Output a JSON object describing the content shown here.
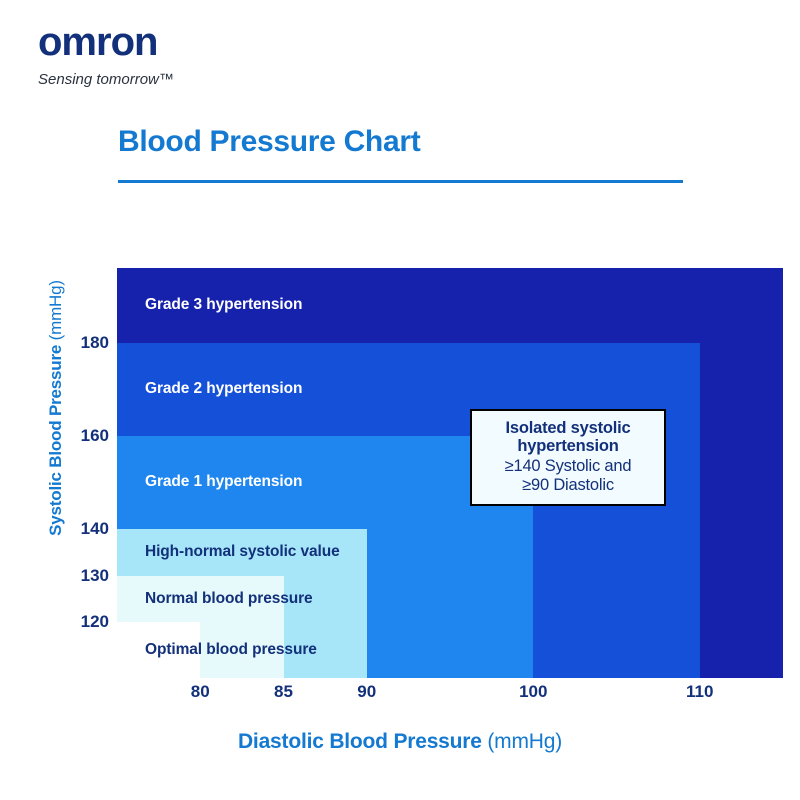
{
  "brand": {
    "logo_text": "OMRON",
    "tagline": "Sensing tomorrow™",
    "logo_color": "#13307a"
  },
  "header": {
    "title": "Blood Pressure Chart",
    "accent_color": "#1479d0"
  },
  "callout": {
    "title_line1": "Isolated systolic",
    "title_line2": "hypertension",
    "sub_line1": "≥140 Systolic and",
    "sub_line2": "≥90 Diastolic"
  },
  "chart_data": {
    "type": "heatmap",
    "title": "Blood Pressure Chart",
    "xlabel": "Diastolic Blood Pressure",
    "xlabel_unit": "(mmHg)",
    "ylabel": "Systolic Blood Pressure",
    "ylabel_unit": "(mmHg)",
    "xlim": [
      75,
      115
    ],
    "ylim": [
      108,
      196
    ],
    "grid": false,
    "legend": "none",
    "x_ticks": [
      {
        "label": "80",
        "value": 80
      },
      {
        "label": "85",
        "value": 85
      },
      {
        "label": "90",
        "value": 90
      },
      {
        "label": "100",
        "value": 100
      },
      {
        "label": "110",
        "value": 110
      }
    ],
    "y_ticks": [
      {
        "label": "180",
        "value": 180
      },
      {
        "label": "160",
        "value": 160
      },
      {
        "label": "140",
        "value": 140
      },
      {
        "label": "130",
        "value": 130
      },
      {
        "label": "120",
        "value": 120
      }
    ],
    "categories": [
      "Optimal blood pressure",
      "Normal blood pressure",
      "High-normal systolic value",
      "Grade 1 hypertension",
      "Grade 2 hypertension",
      "Grade 3 hypertension"
    ],
    "bands": [
      {
        "label": "Grade 3 hypertension",
        "systolic_min": 180,
        "systolic_max": 196,
        "diastolic_min": 75,
        "diastolic_max": 115,
        "color": "#1722ac",
        "text_color": "#ffffff"
      },
      {
        "label": "Grade 2 hypertension",
        "systolic_min": 160,
        "systolic_max": 180,
        "diastolic_min": 75,
        "diastolic_max": 110,
        "color": "#1550d8",
        "text_color": "#ffffff"
      },
      {
        "label": "Grade 1 hypertension",
        "systolic_min": 140,
        "systolic_max": 160,
        "diastolic_min": 75,
        "diastolic_max": 100,
        "color": "#1f86ef",
        "text_color": "#ffffff"
      },
      {
        "label": "High-normal systolic value",
        "systolic_min": 130,
        "systolic_max": 140,
        "diastolic_min": 75,
        "diastolic_max": 90,
        "color": "#a7e6f8",
        "text_color": "#13307a"
      },
      {
        "label": "Normal blood pressure",
        "systolic_min": 120,
        "systolic_max": 130,
        "diastolic_min": 75,
        "diastolic_max": 85,
        "color": "#e6f9fb",
        "text_color": "#13307a"
      },
      {
        "label": "Optimal blood pressure",
        "systolic_min": 108,
        "systolic_max": 120,
        "diastolic_min": 75,
        "diastolic_max": 80,
        "color": "#ffffff",
        "text_color": "#13307a"
      }
    ],
    "annotation": {
      "text": "Isolated systolic hypertension ≥140 Systolic and ≥90 Diastolic",
      "systolic_threshold": 140,
      "diastolic_threshold": 90
    }
  }
}
